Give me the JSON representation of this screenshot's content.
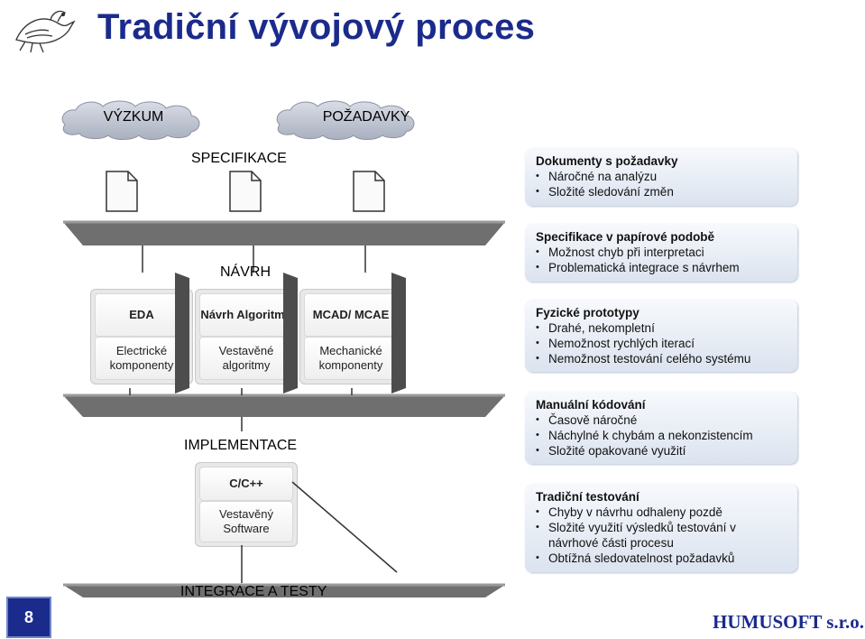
{
  "slide": {
    "title": "Tradiční vývojový proces",
    "page_number": "8",
    "company": "HUMUSOFT s.r.o."
  },
  "clouds": [
    {
      "label": "VÝZKUM"
    },
    {
      "label": "POŽADAVKY"
    }
  ],
  "stages": {
    "specifikace": "SPECIFIKACE",
    "navrh": "NÁVRH",
    "implementace": "IMPLEMENTACE",
    "integrace": "INTEGRACE A TESTY"
  },
  "design_columns": [
    {
      "top": "EDA",
      "bottom": "Electrické komponenty"
    },
    {
      "top": "Návrh Algoritmů",
      "bottom": "Vestavěné algoritmy"
    },
    {
      "top": "MCAD/ MCAE",
      "bottom": "Mechanické komponenty"
    }
  ],
  "impl_column": {
    "top": "C/C++",
    "bottom": "Vestavěný Software"
  },
  "notes": [
    {
      "head": "Dokumenty s požadavky",
      "items": [
        "Náročné na analýzu",
        "Složité sledování změn"
      ]
    },
    {
      "head": "Specifikace v papírové podobě",
      "items": [
        "Možnost chyb při interpretaci",
        "Problematická integrace s návrhem"
      ]
    },
    {
      "head": "Fyzické prototypy",
      "items": [
        "Drahé, nekompletní",
        "Nemožnost rychlých iterací",
        "Nemožnost testování celého systému"
      ]
    },
    {
      "head": "Manuální kódování",
      "items": [
        "Časově náročné",
        "Náchylné k chybám a nekonzistencím",
        "Složité opakované využití"
      ]
    },
    {
      "head": "Tradiční testování",
      "items": [
        "Chyby v návrhu odhaleny pozdě",
        "Složité využití výsledků testování v návrhové části procesu",
        "Obtížná sledovatelnost požadavků"
      ]
    }
  ],
  "colors": {
    "title": "#1a2b8c",
    "bar": "#6f6f6f",
    "note_bg": "#dbe3ef"
  }
}
